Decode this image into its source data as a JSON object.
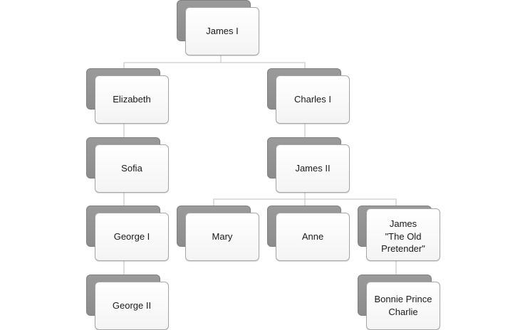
{
  "nodes": {
    "james_i": {
      "label": "James I"
    },
    "elizabeth": {
      "label": "Elizabeth"
    },
    "charles_i": {
      "label": "Charles I"
    },
    "sofia": {
      "label": "Sofia"
    },
    "james_ii": {
      "label": "James II"
    },
    "george_i": {
      "label": "George I"
    },
    "mary": {
      "label": "Mary"
    },
    "anne": {
      "label": "Anne"
    },
    "james_old_pretender": {
      "label": "James\n\"The Old\nPretender\""
    },
    "george_ii": {
      "label": "George II"
    },
    "bonnie_prince_charlie": {
      "label": "Bonnie Prince\nCharlie"
    }
  },
  "colors": {
    "shadow_box": "#8c8c8c",
    "card_fill": "#f4f4f4",
    "card_border": "#a6a6a6",
    "connector": "#bfbfbf"
  }
}
